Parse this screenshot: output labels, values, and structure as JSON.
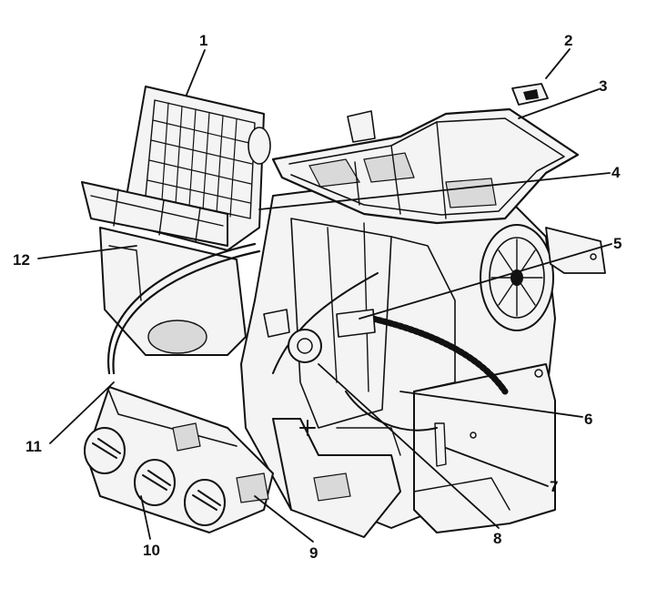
{
  "diagram": {
    "callouts": [
      {
        "id": "1",
        "label": "1"
      },
      {
        "id": "2",
        "label": "2"
      },
      {
        "id": "3",
        "label": "3"
      },
      {
        "id": "4",
        "label": "4"
      },
      {
        "id": "5",
        "label": "5"
      },
      {
        "id": "6",
        "label": "6"
      },
      {
        "id": "7",
        "label": "7"
      },
      {
        "id": "8",
        "label": "8"
      },
      {
        "id": "9",
        "label": "9"
      },
      {
        "id": "10",
        "label": "10"
      },
      {
        "id": "11",
        "label": "11"
      },
      {
        "id": "12",
        "label": "12"
      }
    ],
    "colors": {
      "ink": "#111111",
      "paper": "#ffffff"
    }
  }
}
